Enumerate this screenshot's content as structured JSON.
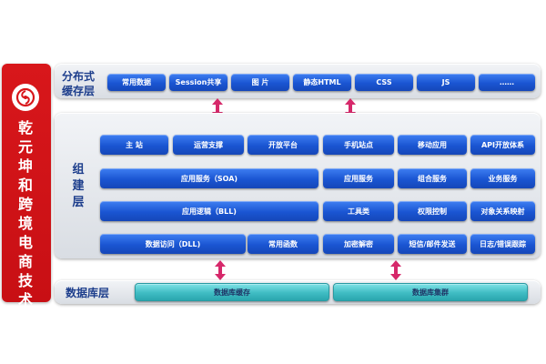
{
  "brand": {
    "title": "乾元坤和跨境电商技术架构",
    "colors": {
      "brand": "#d8171b"
    },
    "logo_icon": "swirl-logo-icon"
  },
  "cache_layer": {
    "title_line1": "分布式",
    "title_line2": "缓存层",
    "items": [
      "常用数据",
      "Session共享",
      "图 片",
      "静态HTML",
      "CSS",
      "JS",
      "……"
    ]
  },
  "build_layer": {
    "title": "组建层",
    "row1": [
      "主 站",
      "运营支撑",
      "开放平台",
      "手机站点",
      "移动应用",
      "API开放体系"
    ],
    "row2": [
      "应用服务（SOA)",
      "应用服务",
      "组合服务",
      "业务服务"
    ],
    "row3": [
      "应用逻辑（BLL)",
      "工具类",
      "权限控制",
      "对象关系映射"
    ],
    "row4": [
      "数据访问（DLL)",
      "常用函数",
      "加密解密",
      "短信/邮件发送",
      "日志/错误跟踪"
    ]
  },
  "db_layer": {
    "title": "数据库层",
    "items": [
      "数据库缓存",
      "数据库集群"
    ]
  },
  "colors": {
    "pill_blue": "#1a55d2",
    "pill_teal": "#3fbcc3",
    "arrow": "#d6286a",
    "title_blue": "#1d3e8c"
  }
}
